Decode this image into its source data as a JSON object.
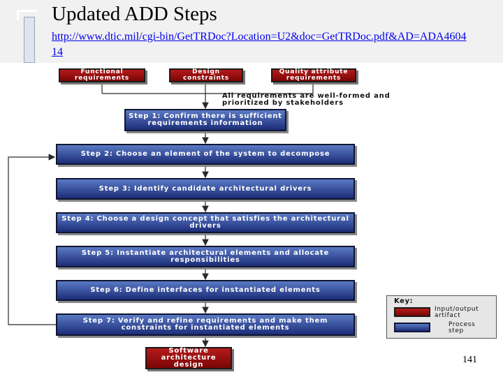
{
  "slide": {
    "title": "Updated ADD Steps",
    "link": "http://www.dtic.mil/cgi-bin/GetTRDoc?Location=U2&doc=GetTRDoc.pdf&AD=ADA460414",
    "page_number": "141"
  },
  "diagram": {
    "inputs": [
      {
        "label": "Functional requirements"
      },
      {
        "label": "Design constraints"
      },
      {
        "label": "Quality attribute requirements"
      }
    ],
    "note": "All requirements are well-formed and prioritized by stakeholders",
    "steps": [
      {
        "label": "Step 1: Confirm there is sufficient requirements information"
      },
      {
        "label": "Step 2: Choose an element of the system to decompose"
      },
      {
        "label": "Step 3: Identify candidate architectural drivers"
      },
      {
        "label": "Step 4: Choose a design concept that satisfies the architectural drivers"
      },
      {
        "label": "Step 5: Instantiate architectural elements and allocate responsibilities"
      },
      {
        "label": "Step 6: Define interfaces for instantiated elements"
      },
      {
        "label": "Step 7: Verify and refine requirements and make them constraints for instantiated elements"
      }
    ],
    "output": {
      "label": "Software architecture design"
    },
    "key": {
      "title": "Key:",
      "items": [
        {
          "label": "Input/output artifact"
        },
        {
          "label": "Process step"
        }
      ]
    },
    "colors": {
      "artifact": "#9a1010",
      "step": "#2f4a9a",
      "connector": "#2a2a2a"
    }
  }
}
